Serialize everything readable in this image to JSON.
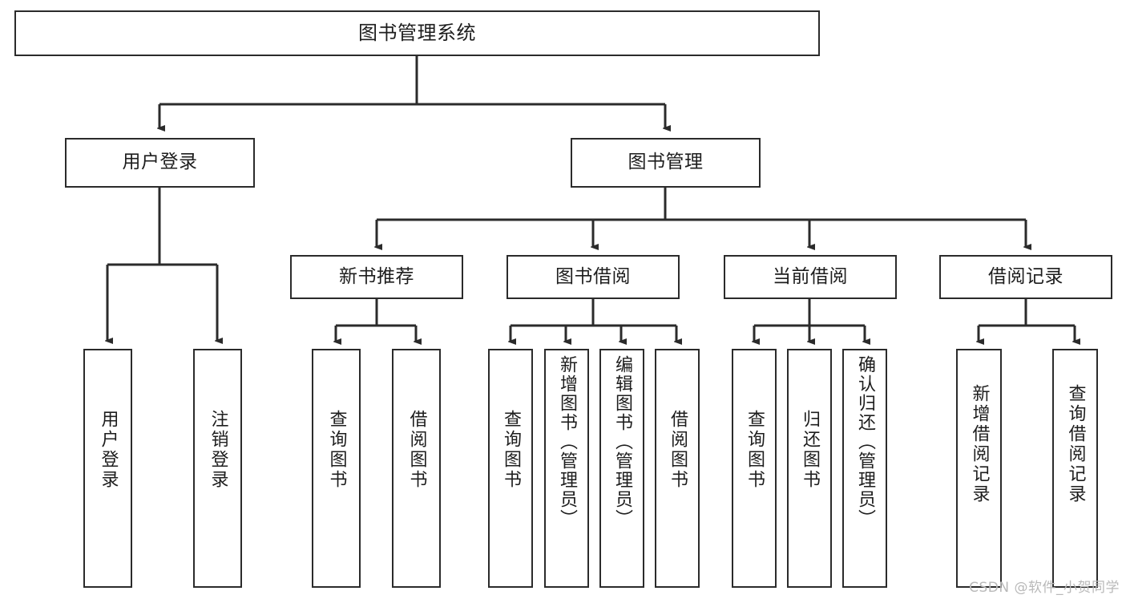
{
  "diagram": {
    "title": "图书管理系统",
    "type": "tree",
    "orientation": "top-down",
    "colors": {
      "box_border": "#2b2b2b",
      "box_fill": "#ffffff",
      "connector": "#2b2b2b",
      "text": "#1d1d1d",
      "watermark": "#b9b9b9",
      "background": "#ffffff"
    },
    "watermark": "CSDN @软件_小贺同学"
  },
  "nodes": {
    "root": {
      "label": "图书管理系统"
    },
    "level1": [
      {
        "id": "user-login",
        "label": "用户登录"
      },
      {
        "id": "book-manage",
        "label": "图书管理"
      }
    ],
    "level2": [
      {
        "id": "new-book-recommend",
        "label": "新书推荐"
      },
      {
        "id": "book-borrow",
        "label": "图书借阅"
      },
      {
        "id": "current-borrow",
        "label": "当前借阅"
      },
      {
        "id": "borrow-record",
        "label": "借阅记录"
      }
    ],
    "leaves": {
      "user-login": [
        {
          "id": "leaf-user-login",
          "label": "用户登录"
        },
        {
          "id": "leaf-user-logout",
          "label": "注销登录"
        }
      ],
      "new-book-recommend": [
        {
          "id": "leaf-query-book-1",
          "label": "查询图书"
        },
        {
          "id": "leaf-borrow-book-1",
          "label": "借阅图书"
        }
      ],
      "book-borrow": [
        {
          "id": "leaf-query-book-2",
          "label": "查询图书"
        },
        {
          "id": "leaf-add-book",
          "label": "新增图书（管理员）"
        },
        {
          "id": "leaf-edit-book",
          "label": "编辑图书（管理员）"
        },
        {
          "id": "leaf-borrow-book-2",
          "label": "借阅图书"
        }
      ],
      "current-borrow": [
        {
          "id": "leaf-query-book-3",
          "label": "查询图书"
        },
        {
          "id": "leaf-return-book",
          "label": "归还图书"
        },
        {
          "id": "leaf-confirm-return",
          "label": "确认归还（管理员）"
        }
      ],
      "borrow-record": [
        {
          "id": "leaf-add-record",
          "label": "新增借阅记录"
        },
        {
          "id": "leaf-query-record",
          "label": "查询借阅记录"
        }
      ]
    }
  }
}
